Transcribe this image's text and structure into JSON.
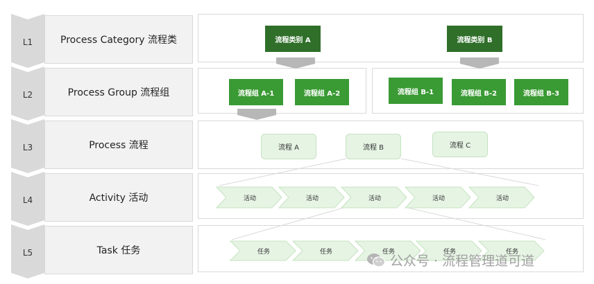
{
  "levels": [
    {
      "code": "L1",
      "label": "Process Category 流程类"
    },
    {
      "code": "L2",
      "label": "Process Group 流程组"
    },
    {
      "code": "L3",
      "label": "Process 流程"
    },
    {
      "code": "L4",
      "label": "Activity 活动"
    },
    {
      "code": "L5",
      "label": "Task 任务"
    }
  ],
  "l1": [
    "流程类别 A",
    "流程类别 B"
  ],
  "l2_left": [
    "流程组 A-1",
    "流程组 A-2"
  ],
  "l2_right": [
    "流程组 B-1",
    "流程组 B-2",
    "流程组 B-3"
  ],
  "l3": [
    "流程 A",
    "流程 B",
    "流程 C"
  ],
  "l4": [
    "活动",
    "活动",
    "活动",
    "活动",
    "活动"
  ],
  "l5": [
    "任务",
    "任务",
    "任务",
    "任务",
    "任务"
  ],
  "watermark": "公众号 · 流程管理道可道",
  "colors": {
    "dark_green": "#2f6f2a",
    "green": "#3a9a34",
    "light_green": "#e6f4e4",
    "grey_arrow": "#b7b7b7"
  }
}
